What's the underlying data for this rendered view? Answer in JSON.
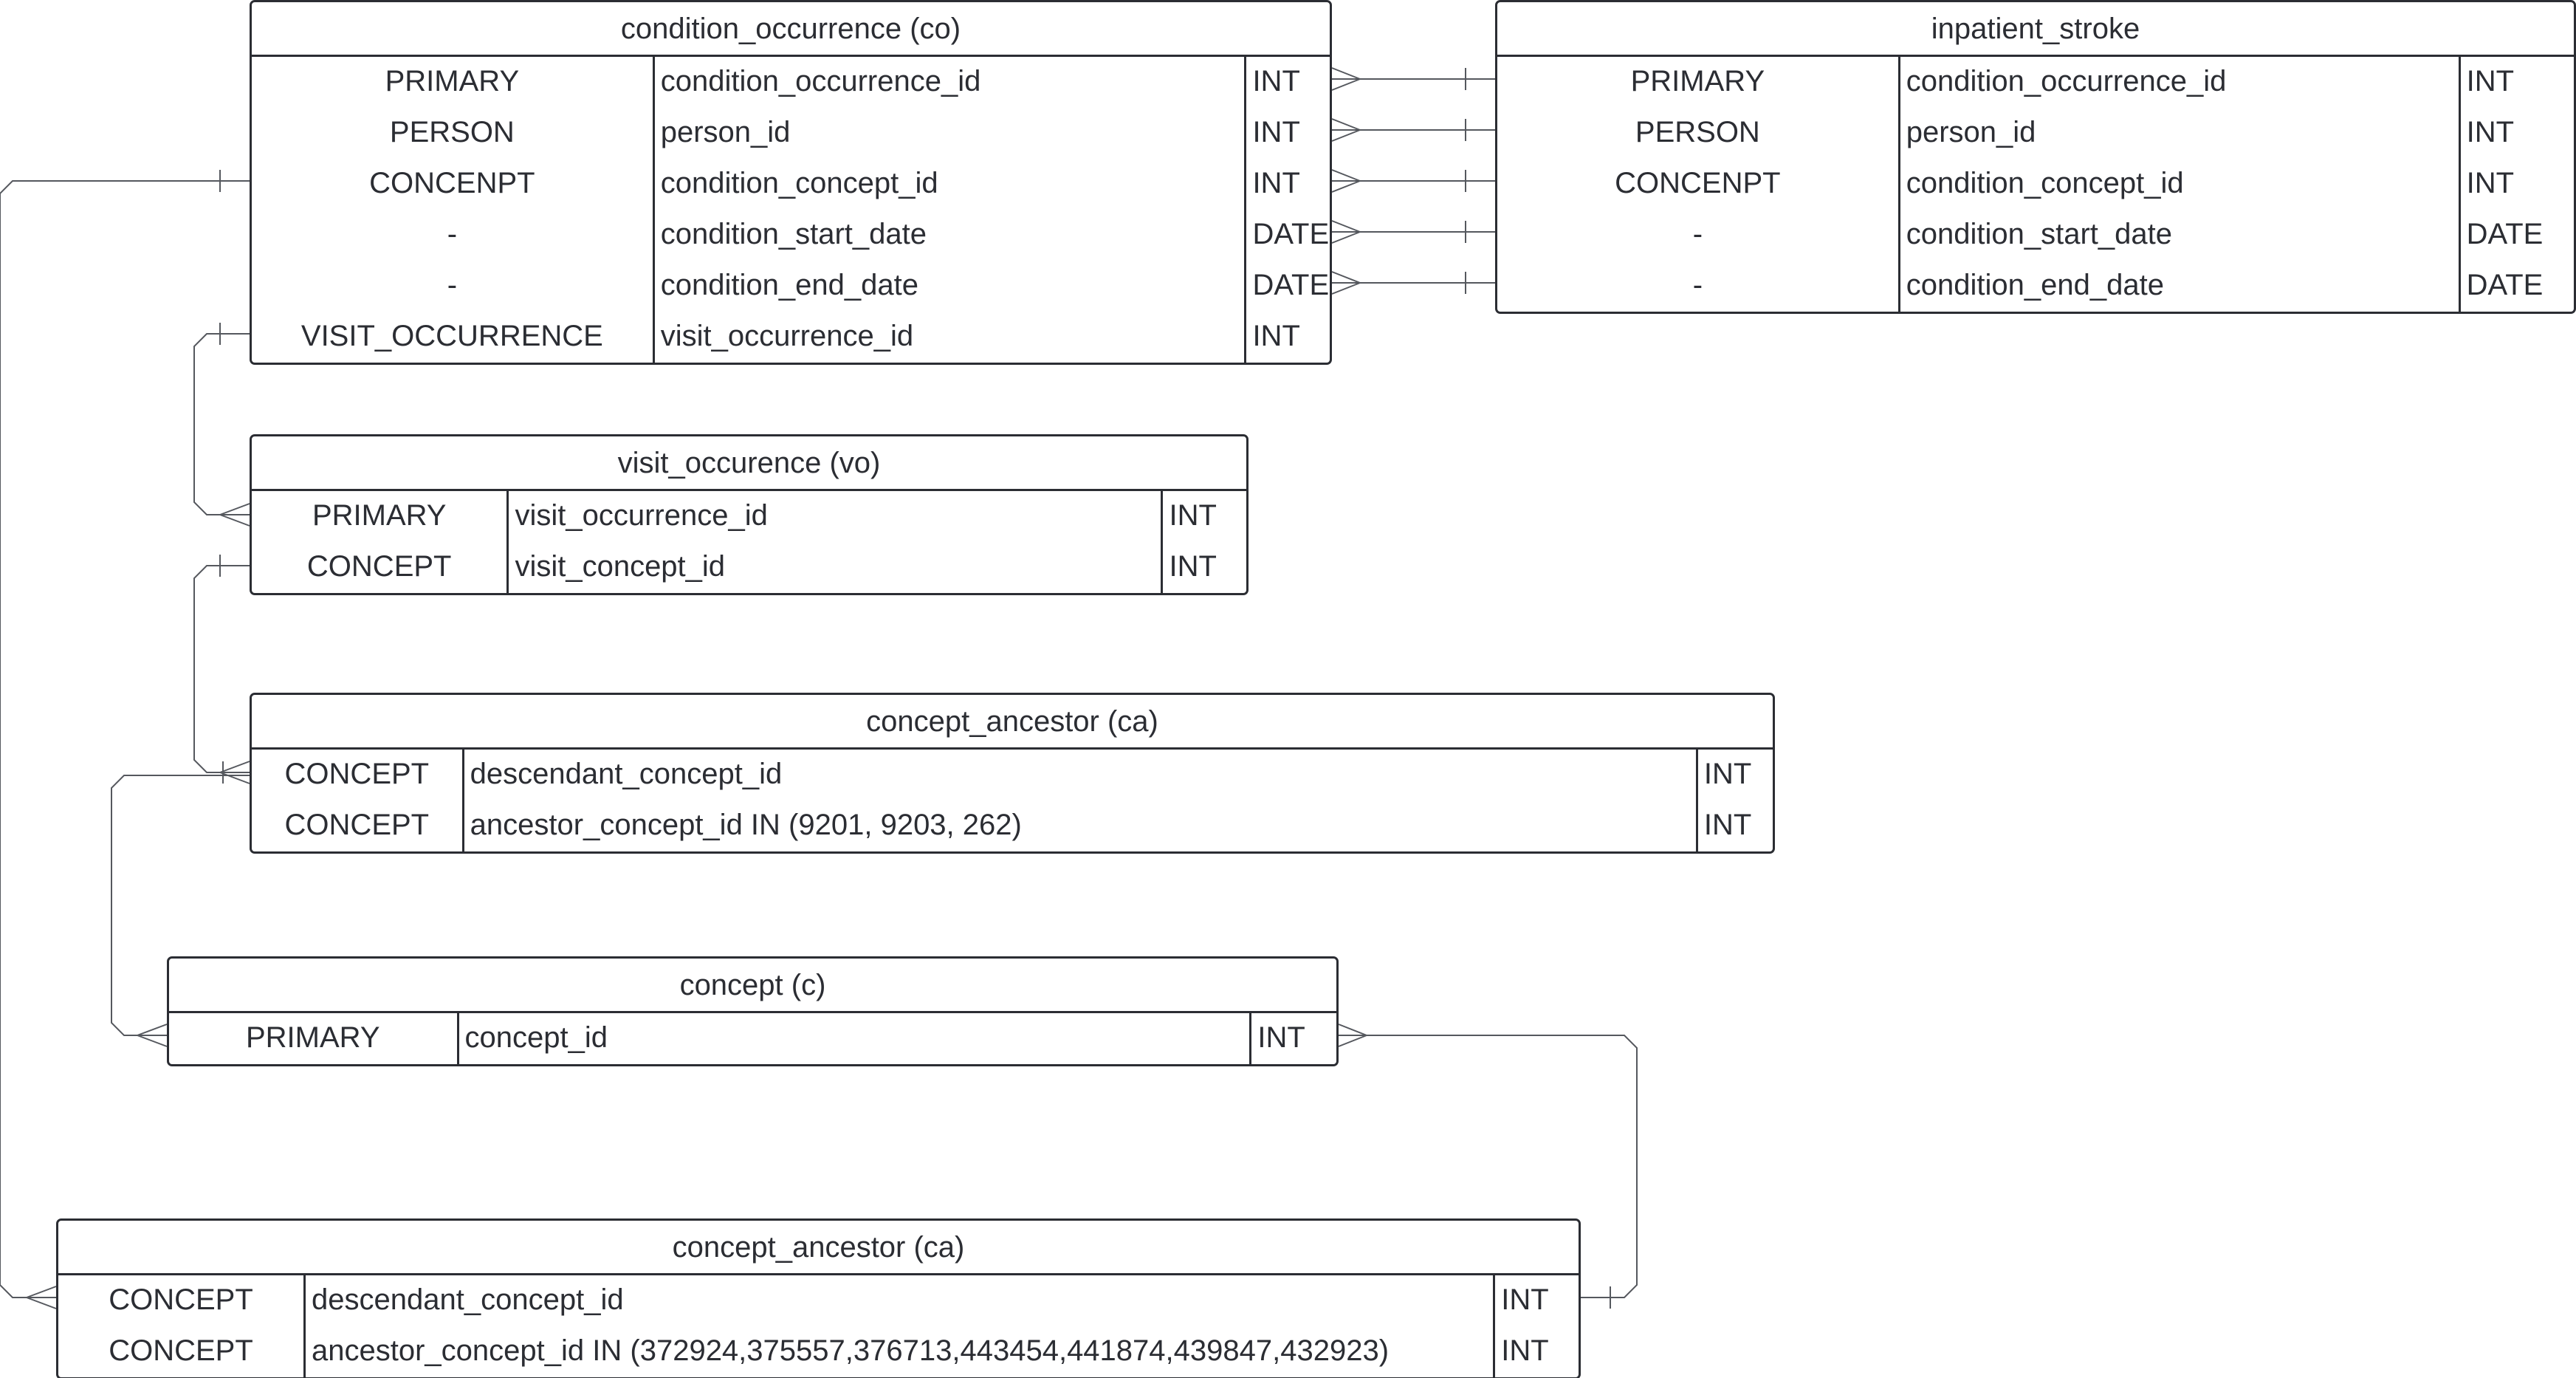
{
  "tables": [
    {
      "id": "condition_occurrence",
      "title": "condition_occurrence (co)",
      "rows": [
        {
          "key": "PRIMARY",
          "field": "condition_occurrence_id",
          "type": "INT"
        },
        {
          "key": "PERSON",
          "field": "person_id",
          "type": "INT"
        },
        {
          "key": "CONCENPT",
          "field": "condition_concept_id",
          "type": "INT"
        },
        {
          "key": "-",
          "field": "condition_start_date",
          "type": "DATE"
        },
        {
          "key": "-",
          "field": "condition_end_date",
          "type": "DATE"
        },
        {
          "key": "VISIT_OCCURRENCE",
          "field": "visit_occurrence_id",
          "type": "INT"
        }
      ]
    },
    {
      "id": "inpatient_stroke",
      "title": "inpatient_stroke",
      "rows": [
        {
          "key": "PRIMARY",
          "field": "condition_occurrence_id",
          "type": "INT"
        },
        {
          "key": "PERSON",
          "field": "person_id",
          "type": "INT"
        },
        {
          "key": "CONCENPT",
          "field": "condition_concept_id",
          "type": "INT"
        },
        {
          "key": "-",
          "field": "condition_start_date",
          "type": "DATE"
        },
        {
          "key": "-",
          "field": "condition_end_date",
          "type": "DATE"
        }
      ]
    },
    {
      "id": "visit_occurence",
      "title": "visit_occurence (vo)",
      "rows": [
        {
          "key": "PRIMARY",
          "field": "visit_occurrence_id",
          "type": "INT"
        },
        {
          "key": "CONCEPT",
          "field": "visit_concept_id",
          "type": "INT"
        }
      ]
    },
    {
      "id": "concept_ancestor_1",
      "title": "concept_ancestor (ca)",
      "rows": [
        {
          "key": "CONCEPT",
          "field": "descendant_concept_id",
          "type": "INT"
        },
        {
          "key": "CONCEPT",
          "field": "ancestor_concept_id IN (9201, 9203, 262)",
          "type": "INT"
        }
      ]
    },
    {
      "id": "concept",
      "title": "concept (c)",
      "rows": [
        {
          "key": "PRIMARY",
          "field": "concept_id",
          "type": "INT"
        }
      ]
    },
    {
      "id": "concept_ancestor_2",
      "title": "concept_ancestor (ca)",
      "rows": [
        {
          "key": "CONCEPT",
          "field": "descendant_concept_id",
          "type": "INT"
        },
        {
          "key": "CONCEPT",
          "field": "ancestor_concept_id IN (372924,375557,376713,443454,441874,439847,432923)",
          "type": "INT"
        }
      ]
    }
  ],
  "relationships": [
    {
      "from": "condition_occurrence.condition_occurrence_id",
      "to": "inpatient_stroke.condition_occurrence_id",
      "from_end": "many",
      "to_end": "one"
    },
    {
      "from": "condition_occurrence.person_id",
      "to": "inpatient_stroke.person_id",
      "from_end": "many",
      "to_end": "one"
    },
    {
      "from": "condition_occurrence.condition_concept_id",
      "to": "inpatient_stroke.condition_concept_id",
      "from_end": "many",
      "to_end": "one"
    },
    {
      "from": "condition_occurrence.condition_start_date",
      "to": "inpatient_stroke.condition_start_date",
      "from_end": "many",
      "to_end": "one"
    },
    {
      "from": "condition_occurrence.condition_end_date",
      "to": "inpatient_stroke.condition_end_date",
      "from_end": "many",
      "to_end": "one"
    },
    {
      "from": "condition_occurrence.visit_occurrence_id",
      "to": "visit_occurence.visit_occurrence_id",
      "from_end": "one",
      "to_end": "many"
    },
    {
      "from": "visit_occurence.visit_concept_id",
      "to": "concept_ancestor_1.descendant_concept_id",
      "from_end": "one",
      "to_end": "one-or-many"
    },
    {
      "from": "concept_ancestor_1.descendant_concept_id",
      "to": "concept.concept_id",
      "from_end": "one-or-many",
      "to_end": "many"
    },
    {
      "from": "concept.concept_id",
      "to": "concept_ancestor_2.descendant_concept_id",
      "from_end": "many",
      "to_end": "one"
    },
    {
      "from": "condition_occurrence.condition_concept_id",
      "to": "concept_ancestor_2.descendant_concept_id",
      "from_end": "one",
      "to_end": "many"
    }
  ],
  "colors": {
    "border": "#2b2d33",
    "text": "#2b2d33",
    "connector": "#55585e",
    "background": "#ffffff"
  }
}
